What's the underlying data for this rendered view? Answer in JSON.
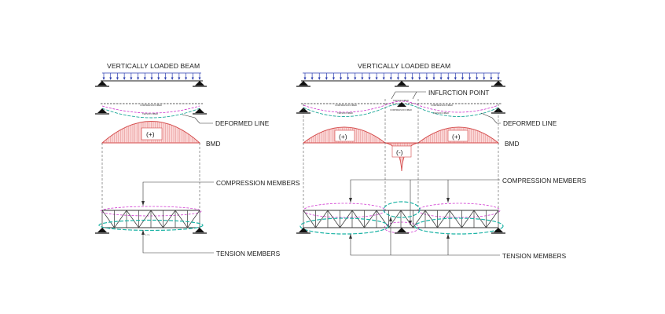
{
  "left_diagram": {
    "title": "VERTICALLY LOADED BEAM",
    "deformed_line_label": "DEFORMED LINE",
    "bmd_label": "BMD",
    "bmd_sign": "(+)",
    "compression_label": "COMPRESSION MEMBERS",
    "tension_label": "TENSION MEMBERS",
    "deflection_top_note": "COMPRESSION FIBER",
    "deflection_bottom_note": "TENSION FIBER",
    "truss_dim_note": "L = L"
  },
  "right_diagram": {
    "title": "VERTICALLY LOADED BEAM",
    "inflection_label": "INFLRCTION POINT",
    "deformed_line_label": "DEFORMED LINE",
    "bmd_label": "BMD",
    "bmd_sign_left": "(+)",
    "bmd_sign_mid": "(-)",
    "bmd_sign_right": "(+)",
    "compression_label": "COMPRESSION MEMBERS",
    "tension_label": "TENSION MEMBERS",
    "mid_top_note": "TENSION FIBER",
    "mid_bottom_note": "COMPRESSION FIBER",
    "span_top_note": "COMPRESSION FIBER",
    "span_bottom_note": "TENSION FIBER"
  },
  "colors": {
    "load_arrows": "#2e3fb0",
    "bmd_fill": "#fbd8d8",
    "bmd_stroke": "#d44a4a",
    "compression_dashes": "#d23cd2",
    "tension_dashes": "#1bb3a5",
    "lines": "#1a1a1a"
  }
}
